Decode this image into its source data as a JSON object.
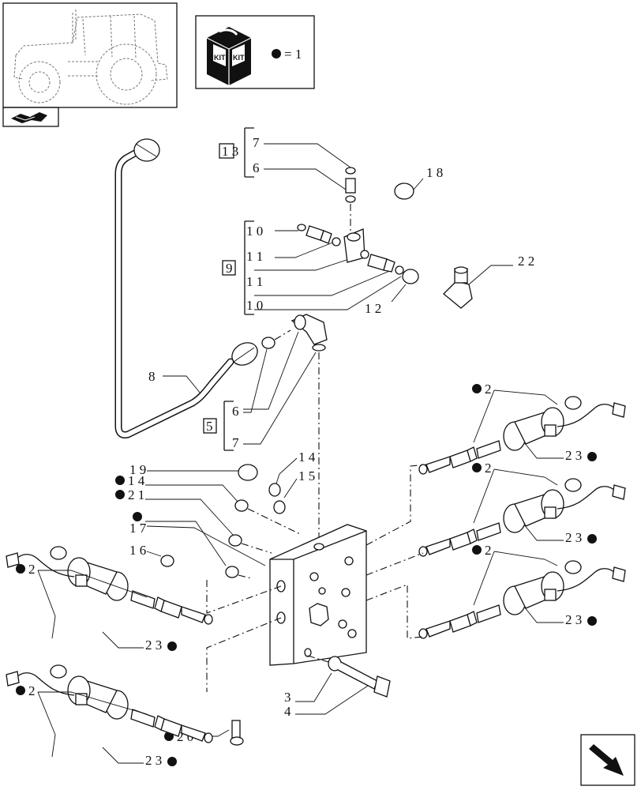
{
  "kit_legend": {
    "kit_text_left": "KIT",
    "kit_text_right": "KIT",
    "bullet_equals": "= 1"
  },
  "callouts": {
    "c13": "1 3",
    "c7a": "7",
    "c6a": "6",
    "c18": "1 8",
    "c10a": "1 0",
    "c9": "9",
    "c11a": "1 1",
    "c11b": "1 1",
    "c10b": "1 0",
    "c12": "1 2",
    "c22": "2 2",
    "c8": "8",
    "c5": "5",
    "c6b": "6",
    "c7b": "7",
    "c19": "1 9",
    "c14a": "1 4",
    "c14b": "1 4",
    "c15": "1 5",
    "c21": "2 1",
    "c17": "1 7",
    "c16": "1 6",
    "c2a": "2",
    "c2b": "2",
    "c2c": "2",
    "c2d": "2",
    "c2e": "2",
    "c23a": "2 3",
    "c23b": "2 3",
    "c23c": "2 3",
    "c23d": "2 3",
    "c23e": "2 3",
    "c3": "3",
    "c4": "4",
    "c20": "2 0"
  }
}
